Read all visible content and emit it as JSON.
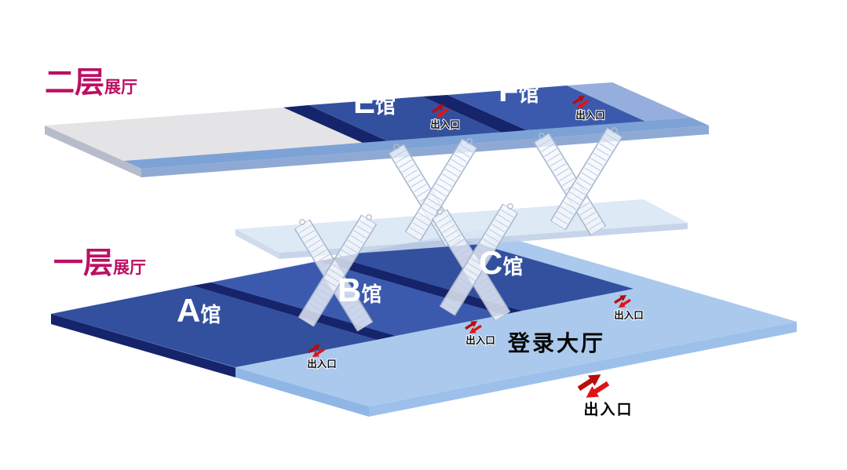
{
  "colors": {
    "floor_label": "#bc0f63",
    "navy_dark": "#16246b",
    "hall_blue": "#33509f",
    "hall_blue2": "#3c5aad",
    "slab_gray": "#e4e4e6",
    "band_blue": "#7da2d6",
    "lobby_blue": "#aac9ec",
    "landing_blue": "#dce7f5",
    "arrow_red": "#b80d0d",
    "arrow_red2": "#e01414",
    "hall_text": "#ffffff"
  },
  "floor2": {
    "label_main": "二层",
    "label_sub": "展厅",
    "halls": [
      {
        "letter": "E",
        "suffix": "馆"
      },
      {
        "letter": "F",
        "suffix": "馆"
      }
    ]
  },
  "floor1": {
    "label_main": "一层",
    "label_sub": "展厅",
    "halls": [
      {
        "letter": "A",
        "suffix": "馆"
      },
      {
        "letter": "B",
        "suffix": "馆"
      },
      {
        "letter": "C",
        "suffix": "馆"
      }
    ],
    "lobby": "登录大厅"
  },
  "entrance": {
    "label": "出入口"
  }
}
